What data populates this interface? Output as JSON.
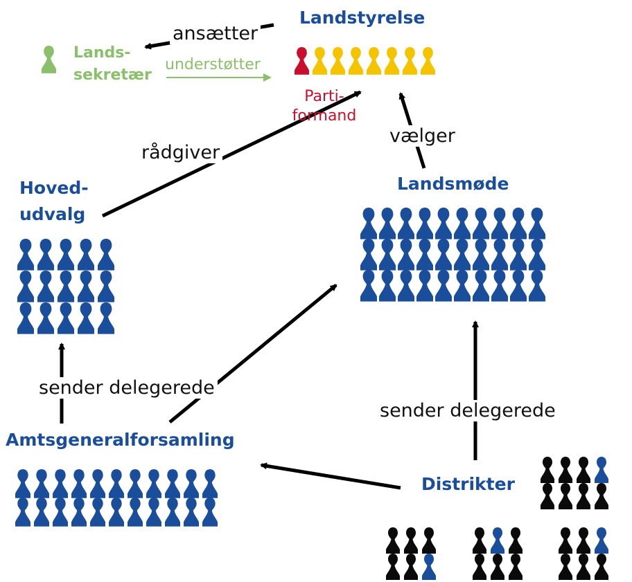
{
  "colors": {
    "member_blue": "#1a4e9a",
    "district_black": "#0a0a0a",
    "chairman_red": "#c8102e",
    "board_yellow": "#f5c400",
    "secretary_green": "#8cbf6c",
    "title_blue": "#1a4e9a"
  },
  "nodes": {
    "landstyrelse": "Landstyrelse",
    "landssekretaer_line1": "Lands-",
    "landssekretaer_line2": "sekretær",
    "partiformand_line1": "Parti-",
    "partiformand_line2": "formand",
    "hovedudvalg_line1": "Hoved-",
    "hovedudvalg_line2": "udvalg",
    "landsmoede": "Landsmøde",
    "amtsgeneralforsamling": "Amtsgeneralforsamling",
    "distrikter": "Distrikter"
  },
  "edges": {
    "ansaetter": "ansætter",
    "understoetter": "understøtter",
    "raadgiver": "rådgiver",
    "vaelger": "vælger",
    "sender_delegerede_left": "sender delegerede",
    "sender_delegerede_right": "sender delegerede"
  },
  "groups": {
    "board": {
      "red_count": 1,
      "yellow_count": 7
    },
    "hovedudvalg": {
      "rows": 3,
      "cols": 5
    },
    "landsmoede": {
      "rows": 3,
      "cols": 10
    },
    "amtsgeneralforsamling": {
      "rows": 2,
      "cols": 11
    },
    "district_groups": [
      {
        "rows": 2,
        "cols": 4,
        "blue_index": 3
      },
      {
        "rows": 2,
        "cols": 3,
        "blue_index": 5
      },
      {
        "rows": 2,
        "cols": 3,
        "blue_index": 1
      },
      {
        "rows": 2,
        "cols": 3,
        "blue_index": 2
      }
    ]
  }
}
